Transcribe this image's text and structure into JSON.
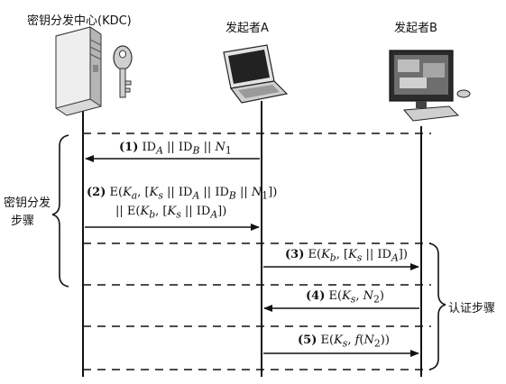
{
  "participants": {
    "kdc": "密钥分发中心(KDC)",
    "a": "发起者A",
    "b": "发起者B"
  },
  "phases": {
    "key_distribution_line1": "密钥分发",
    "key_distribution_line2": "步骤",
    "authentication": "认证步骤"
  },
  "messages": [
    {
      "num": "(1)",
      "text": "ID_A || ID_B || N_1",
      "from": "A",
      "to": "KDC"
    },
    {
      "num": "(2)",
      "text": "E(K_a, [K_s || ID_A || ID_B || N_1]) || E(K_b, [K_s || ID_A])",
      "from": "KDC",
      "to": "A"
    },
    {
      "num": "(3)",
      "text": "E(K_b, [K_s || ID_A])",
      "from": "A",
      "to": "B"
    },
    {
      "num": "(4)",
      "text": "E(K_s, N_2)",
      "from": "B",
      "to": "A"
    },
    {
      "num": "(5)",
      "text": "E(K_s, f(N_2))",
      "from": "A",
      "to": "B"
    }
  ],
  "icons": [
    "server-tower-icon",
    "key-icon",
    "laptop-icon",
    "desktop-computer-icon"
  ]
}
